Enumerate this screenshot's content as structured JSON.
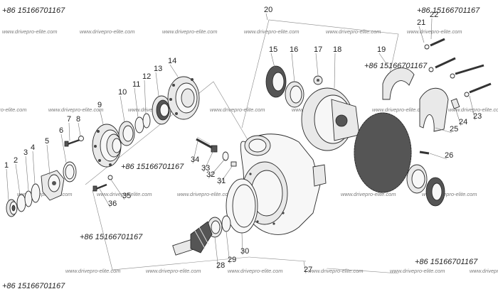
{
  "phone": "+86 15166701167",
  "watermark": "www.drivepro-elite.com",
  "part_numbers": [
    "1",
    "2",
    "3",
    "4",
    "5",
    "6",
    "7",
    "8",
    "9",
    "10",
    "11",
    "12",
    "13",
    "14",
    "15",
    "16",
    "17",
    "18",
    "19",
    "20",
    "21",
    "22",
    "23",
    "24",
    "25",
    "26",
    "27",
    "28",
    "29",
    "30",
    "31",
    "32",
    "33",
    "34",
    "35",
    "36"
  ]
}
